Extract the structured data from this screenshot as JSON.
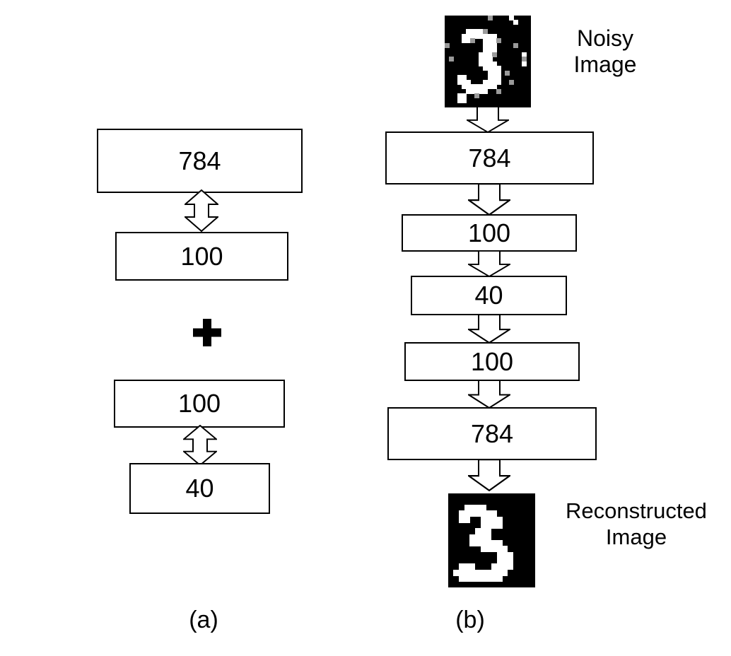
{
  "figure_type": "stacked-denoising-autoencoder-diagram",
  "colors": {
    "background": "#ffffff",
    "line": "#000000",
    "box_fill": "#ffffff",
    "digit_bg": "#000000",
    "digit_fg": "#ffffff",
    "noise_gray": "#9a9a9a",
    "noise_dark_gray": "#555555"
  },
  "panel_a": {
    "caption": "(a)",
    "plus_sign": "+",
    "autoencoder1": {
      "layers": [
        "784",
        "100"
      ]
    },
    "autoencoder2": {
      "layers": [
        "100",
        "40"
      ]
    }
  },
  "panel_b": {
    "caption": "(b)",
    "input_image_label": [
      "Noisy",
      "Image"
    ],
    "output_image_label": [
      "Reconstructed",
      "Image"
    ],
    "layers": [
      "784",
      "100",
      "40",
      "100",
      "784"
    ]
  },
  "digit_images": {
    "noisy": {
      "description": "noisy MNIST digit 3",
      "grid": [
        "..........+....#....",
        "................#...",
        "....................",
        ".....####+..........",
        "....########........",
        "....##+..###+.......",
        "+........###....+...",
        ".........###........",
        "........###+......#.",
        ".+......###.......+.",
        "........####......#.",
        ".........####.......",
        "..........###.+.....",
        "...##.....###.......",
        "...###...####..+....",
        "....########........",
        ".....#####..+.......",
        "...##..+............",
        "...##...............",
        "...................."
      ]
    },
    "reconstructed": {
      "description": "reconstructed MNIST digit 3",
      "grid": [
        "................",
        "................",
        "...####.........",
        "..#######.......",
        "..##..####......",
        "......####......",
        ".....###........",
        "....####........",
        "....######......",
        "......#####.....",
        ".........###....",
        ".........###....",
        "..###...####....",
        ".##########.....",
        "..########......",
        "................"
      ]
    }
  }
}
